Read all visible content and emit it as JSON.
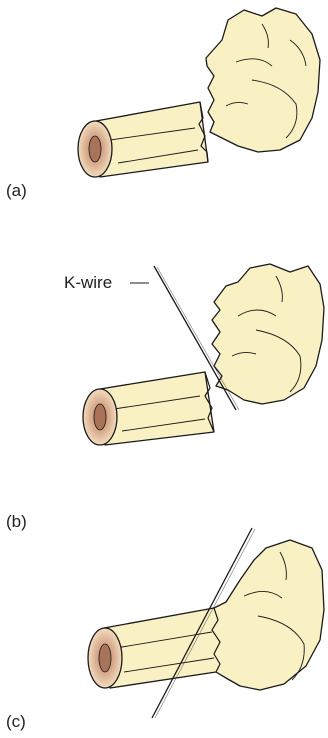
{
  "panels": {
    "a": {
      "label": "(a)"
    },
    "b": {
      "label": "(b)",
      "callout": "K-wire"
    },
    "c": {
      "label": "(c)"
    }
  },
  "colors": {
    "bone_fill": "#f9f0c4",
    "outline": "#1a1a1a",
    "cortex": "#e8c9a8",
    "marrow": "#c79a7a"
  }
}
